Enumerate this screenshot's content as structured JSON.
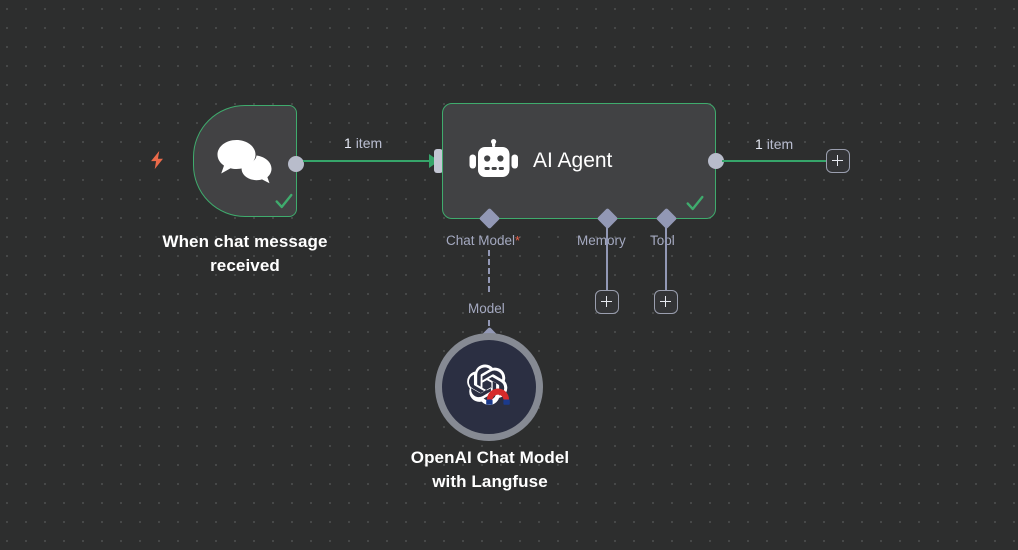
{
  "canvas": {
    "background_color": "#2d2e2e",
    "grid": "dot-grid"
  },
  "theme": {
    "node_fill": "#414244",
    "node_border_success": "#3fab6d",
    "connection_color": "#36a56a",
    "sub_connector_color": "#9298b5",
    "required_marker_color": "#e8604a",
    "trigger_bolt_color": "#eb6a4a",
    "label_color": "#a4a9c0",
    "title_color": "#ffffff"
  },
  "nodes": [
    {
      "id": "chat-trigger",
      "title": "When chat message\nreceived",
      "icon": "chat-bubbles-icon",
      "trigger_icon": "lightning-bolt-icon",
      "status_icon": "check-icon",
      "status": "success"
    },
    {
      "id": "ai-agent",
      "title": "AI Agent",
      "icon": "robot-icon",
      "status_icon": "check-icon",
      "status": "success"
    },
    {
      "id": "openai-chat-model",
      "title": "OpenAI Chat Model\nwith Langfuse",
      "icon": "openai-langfuse-icon",
      "shape": "circle"
    }
  ],
  "connections": [
    {
      "id": "trigger-to-agent",
      "label_count": "1",
      "label_unit": "item"
    },
    {
      "id": "agent-to-next",
      "label_count": "1",
      "label_unit": "item"
    }
  ],
  "sub_connectors": [
    {
      "id": "chat-model",
      "label": "Chat Model",
      "required_marker": "*",
      "line": "dashed",
      "endpoint": "openai-chat-model"
    },
    {
      "id": "memory",
      "label": "Memory",
      "required_marker": "",
      "line": "solid",
      "endpoint": "add-button"
    },
    {
      "id": "tool",
      "label": "Tool",
      "required_marker": "",
      "line": "solid",
      "endpoint": "add-button"
    }
  ],
  "sub_endpoint_label": "Model",
  "add_buttons": [
    {
      "id": "add-after-agent",
      "icon": "plus-icon"
    },
    {
      "id": "add-memory",
      "icon": "plus-icon"
    },
    {
      "id": "add-tool",
      "icon": "plus-icon"
    }
  ]
}
